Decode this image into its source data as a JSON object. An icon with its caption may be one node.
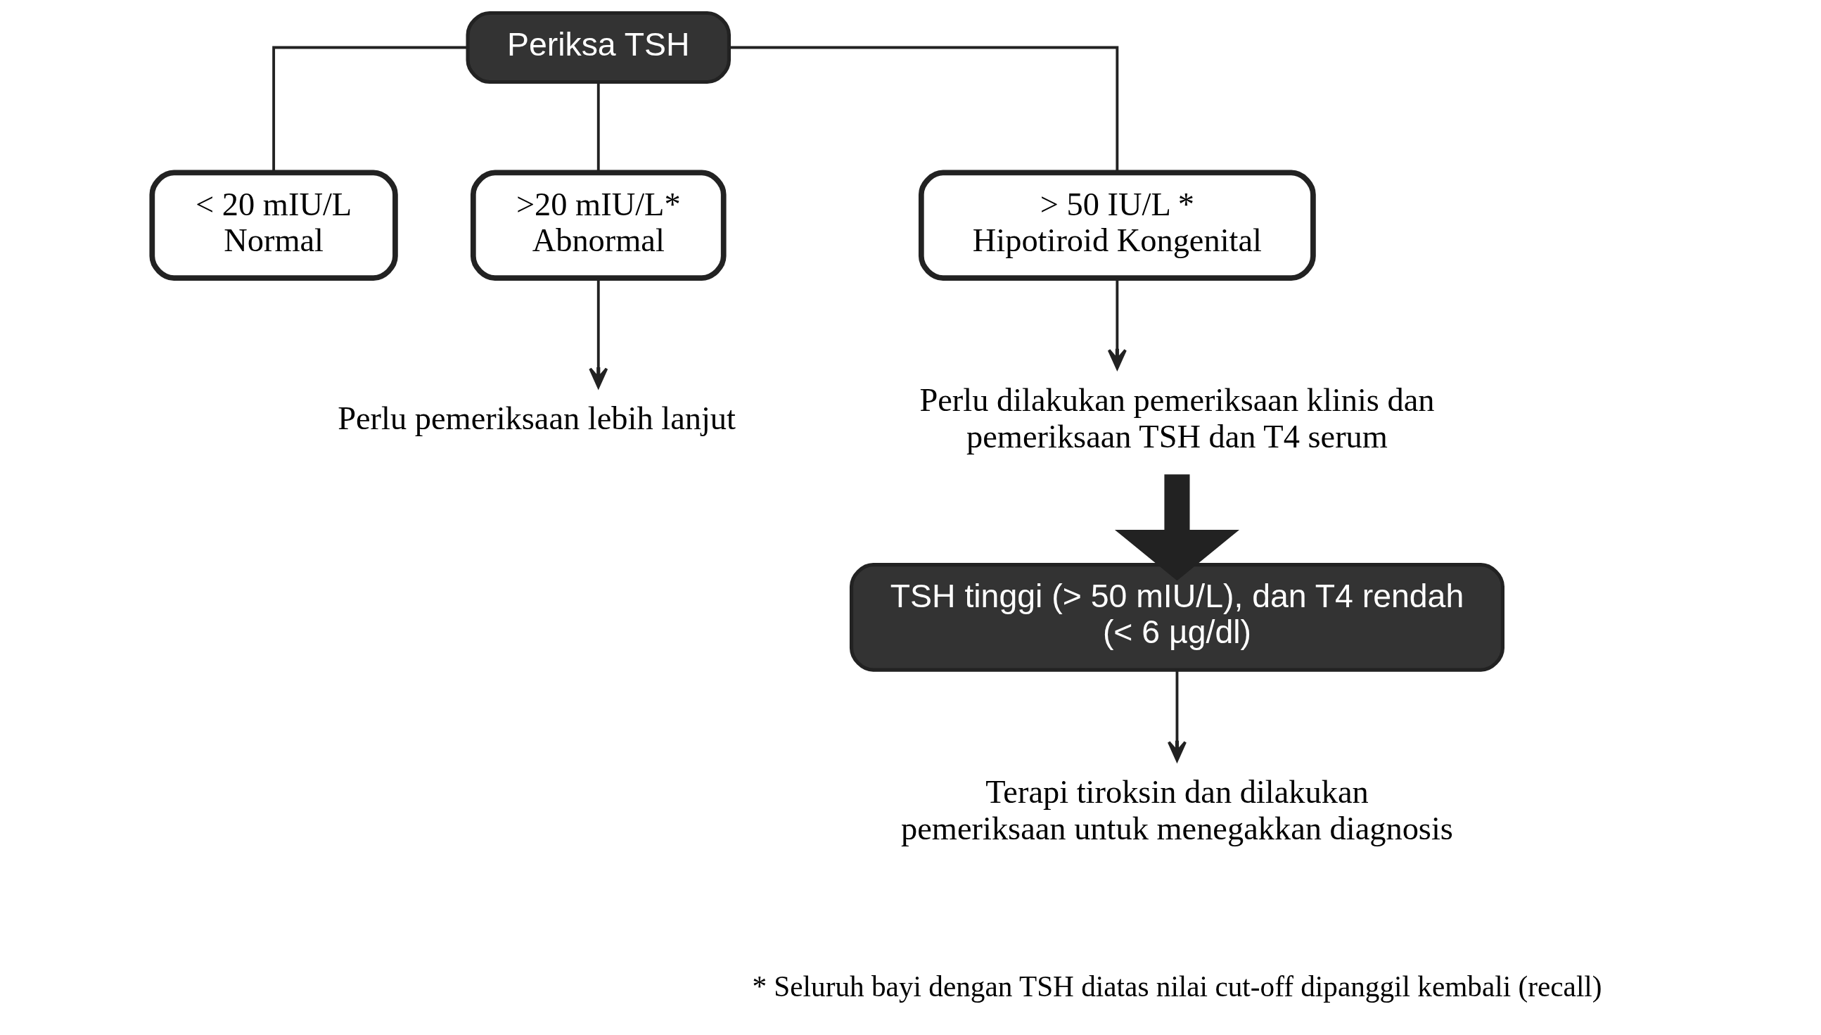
{
  "diagram": {
    "nodes": [
      {
        "text": [
          "Periksa TSH"
        ]
      },
      {
        "text": [
          "< 20 mIU/L",
          "Normal"
        ]
      },
      {
        "text": [
          ">20 mIU/L*",
          "Abnormal"
        ]
      },
      {
        "text": [
          "> 50 IU/L *",
          "Hipotiroid Kongenital"
        ]
      },
      {
        "text": [
          "Perlu pemeriksaan lebih lanjut"
        ]
      },
      {
        "text": [
          "Perlu dilakukan pemeriksaan klinis dan pemeriksaan TSH dan T4 serum"
        ]
      },
      {
        "text": [
          "TSH tinggi (> 50 mIU/L), dan T4 rendah (< 6 µg/dl)"
        ]
      },
      {
        "text": [
          "Terapi tiroksin dan dilakukan pemeriksaan untuk menegakkan diagnosis"
        ]
      }
    ],
    "edges": [
      {
        "from": 0,
        "to": 1,
        "arrow": "none"
      },
      {
        "from": 0,
        "to": 2,
        "arrow": "none"
      },
      {
        "from": 0,
        "to": 3,
        "arrow": "none"
      },
      {
        "from": 2,
        "to": 4,
        "arrow": "to"
      },
      {
        "from": 3,
        "to": 5,
        "arrow": "to"
      },
      {
        "from": 5,
        "to": 6,
        "arrow": "to",
        "style": "thick"
      },
      {
        "from": 6,
        "to": 7,
        "arrow": "to"
      }
    ],
    "labels": [
      "* Seluruh bayi dengan TSH diatas nilai cut-off dipanggil kembali (recall)"
    ]
  }
}
